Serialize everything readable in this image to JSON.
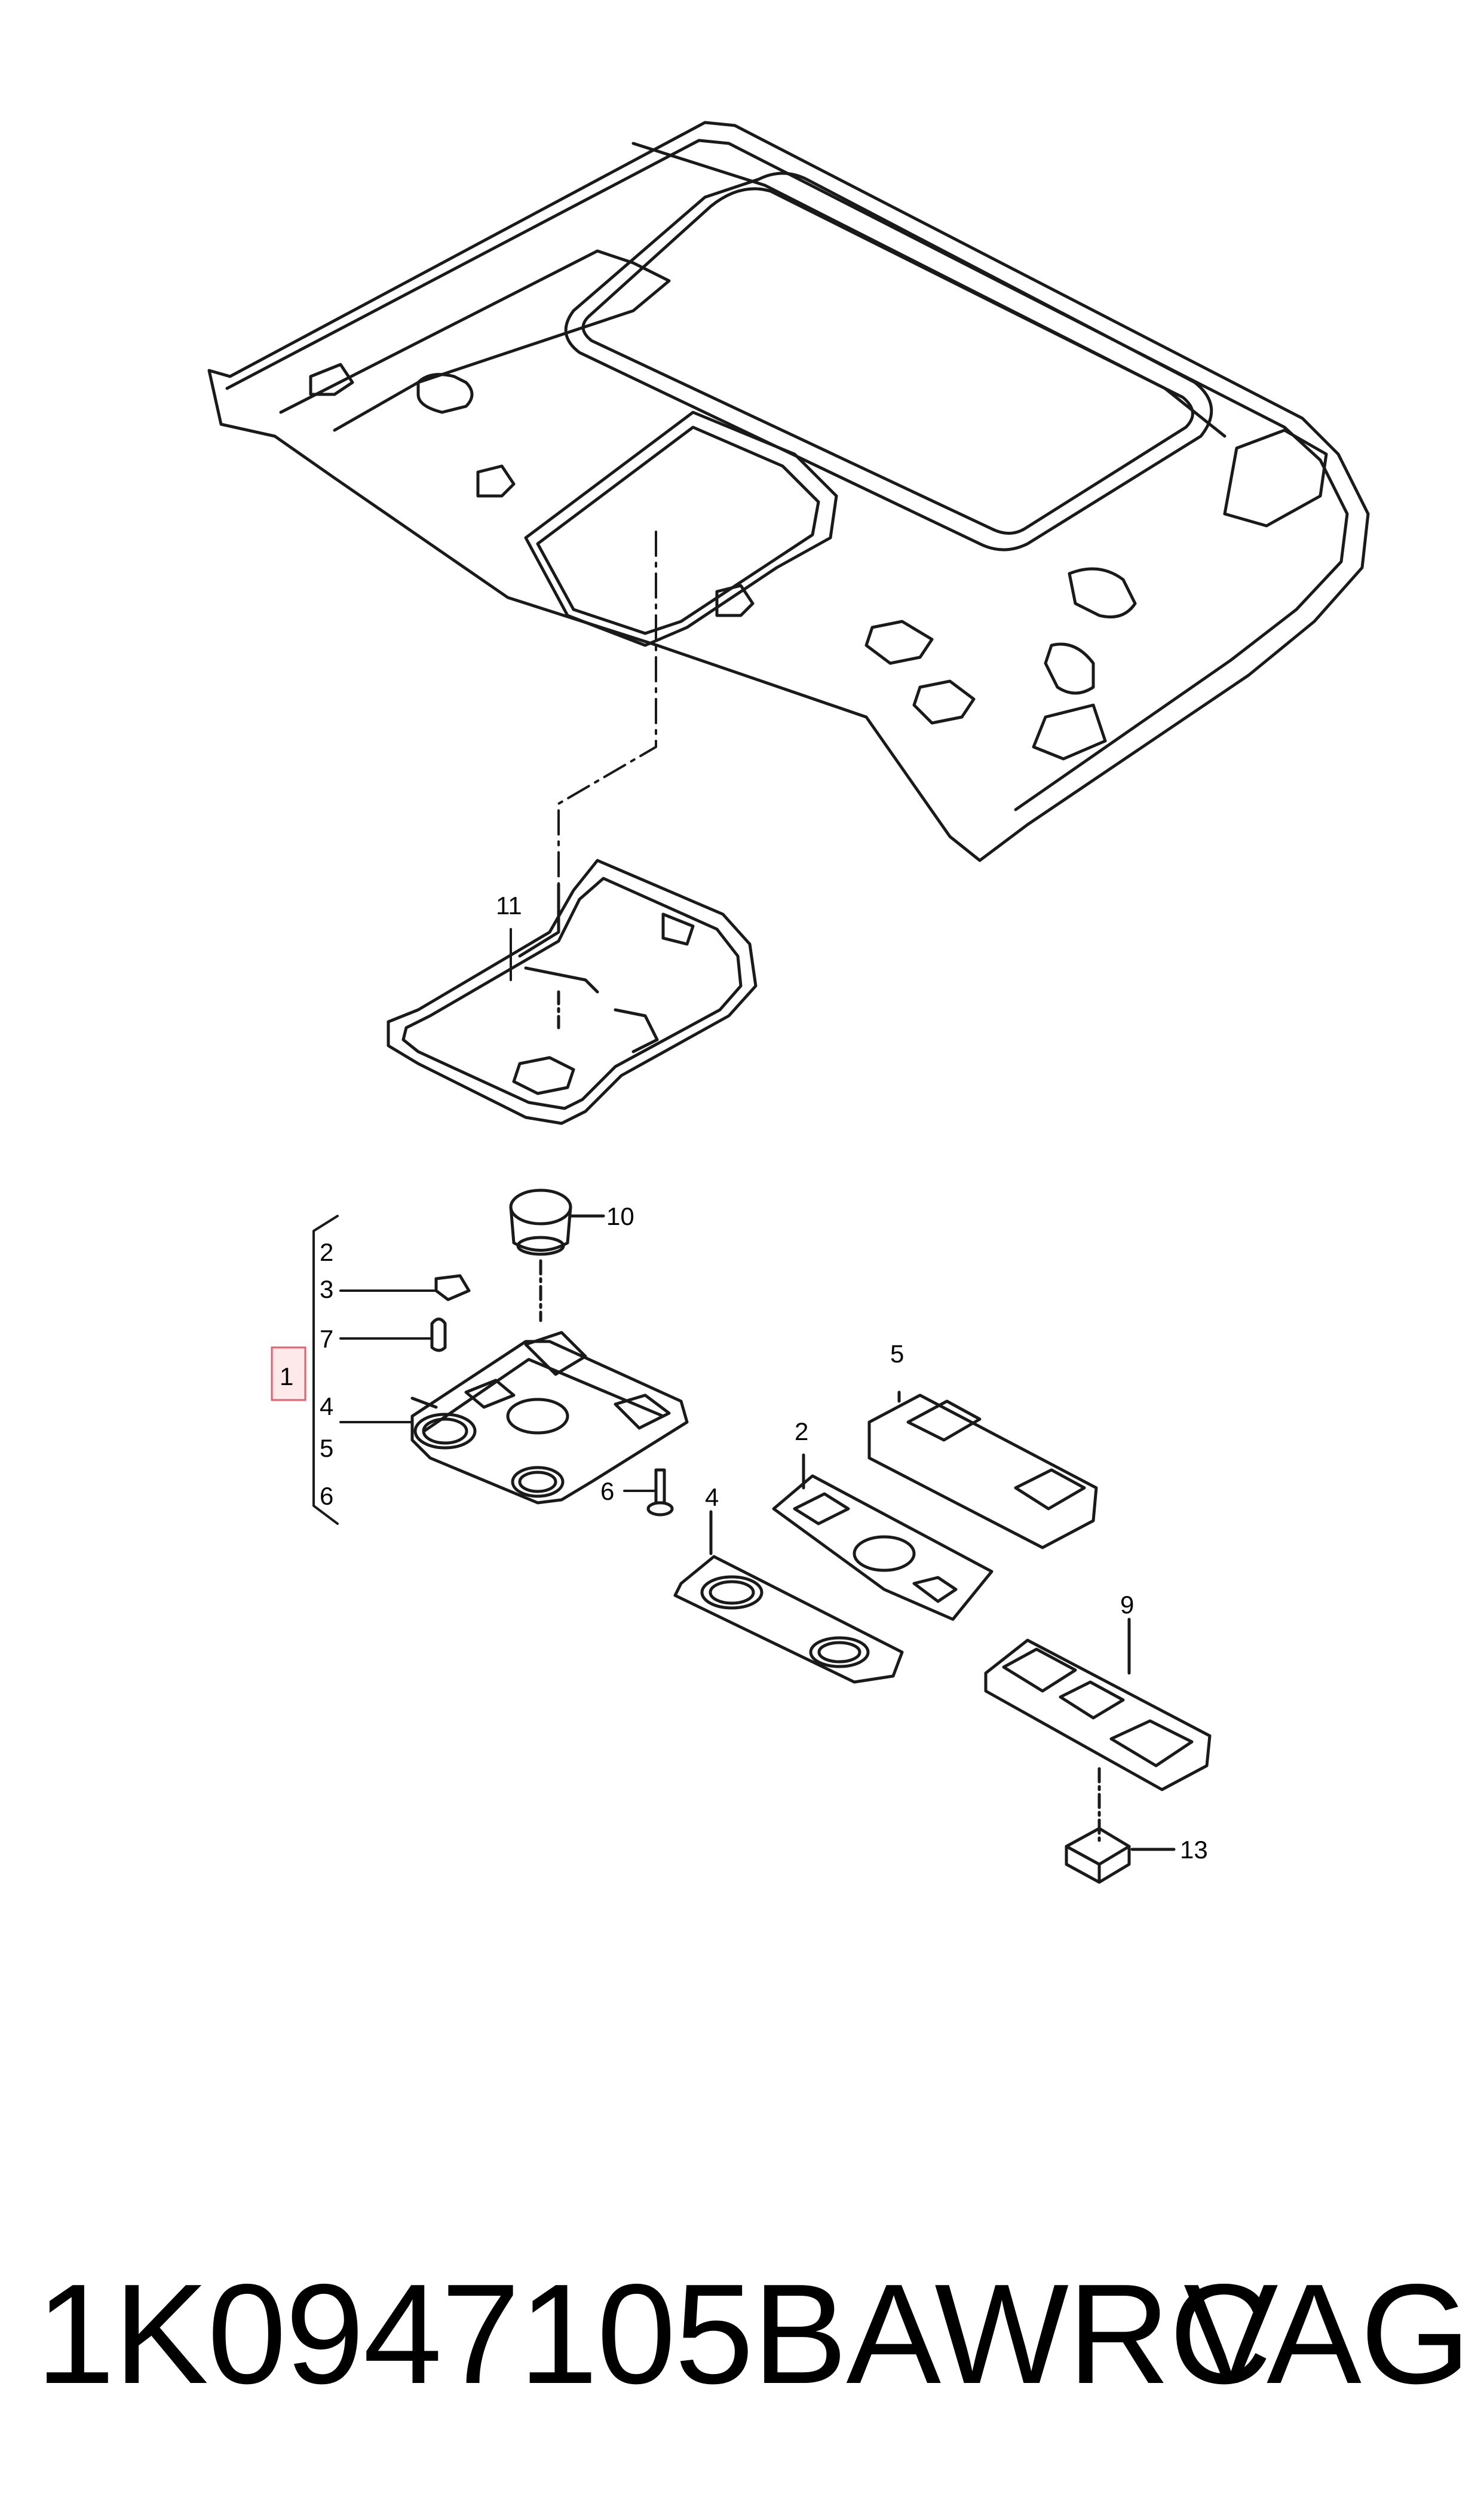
{
  "callouts": {
    "c1": "1",
    "c2": "2",
    "c3": "3",
    "c4": "4",
    "c5": "5",
    "c6": "6",
    "c7": "7",
    "c9": "9",
    "c10": "10",
    "c11": "11",
    "c13": "13"
  },
  "footer": {
    "part_number": "1K0947105BAWRC",
    "brand": "VAG"
  },
  "colors": {
    "line": "#1a1a1a",
    "highlight_stroke": "#e06070",
    "highlight_fill": "#fde8ea"
  }
}
